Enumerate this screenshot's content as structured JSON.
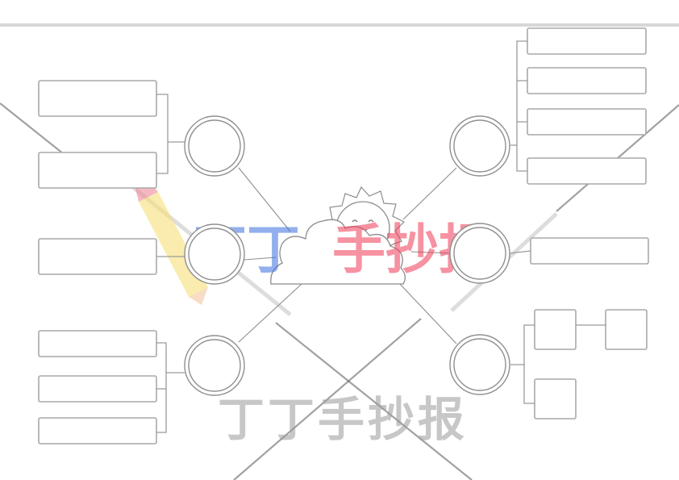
{
  "watermark": {
    "logo_text": "丁丁手抄报",
    "logo_prefix": "丁丁",
    "logo_suffix": "手抄报",
    "bottom_text": "丁丁手抄报",
    "prefix_color": "#3b6fe0",
    "suffix_color": "#ef3a56"
  },
  "center_icon": "cloud-with-smiling-sun-icon",
  "colors": {
    "outline": "#a9a9a9",
    "connector": "#8d8d8d"
  }
}
